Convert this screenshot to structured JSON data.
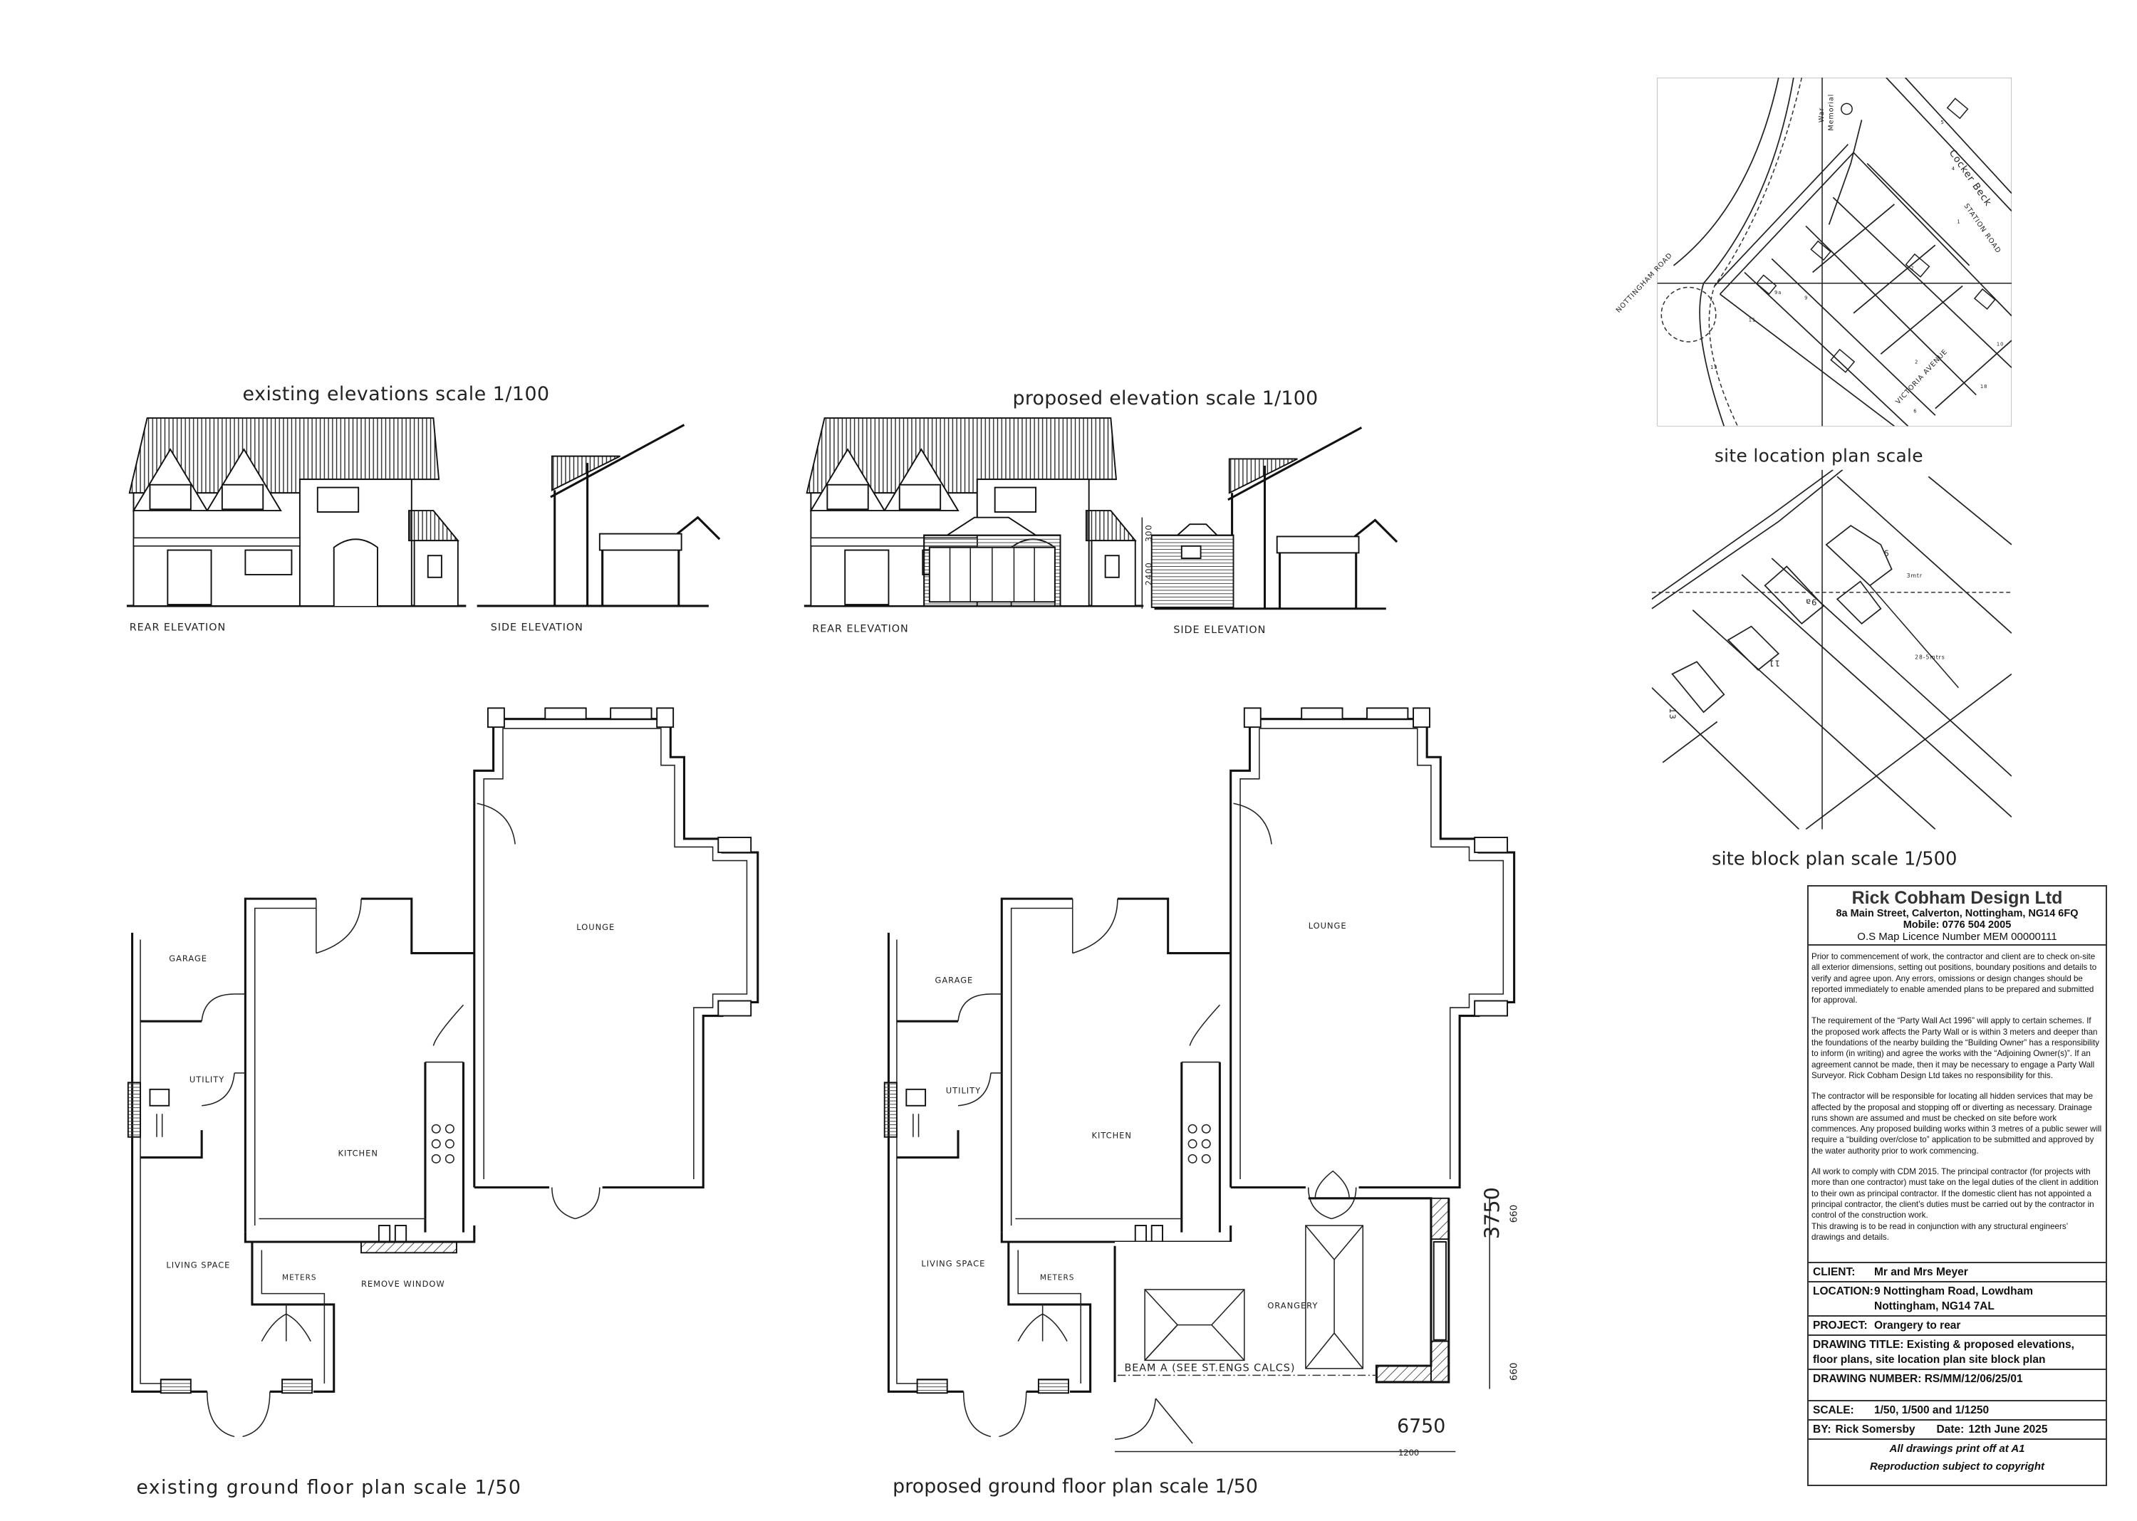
{
  "elevations": {
    "existing_title": "existing elevations scale 1/100",
    "proposed_title": "proposed elevation scale 1/100",
    "rear_label": "REAR ELEVATION",
    "side_label": "SIDE ELEVATION",
    "dim_upper": "300",
    "dim_lower": "2400"
  },
  "existing_plan": {
    "title": "existing ground floor plan scale 1/50",
    "rooms": {
      "garage": "GARAGE",
      "utility": "UTILITY",
      "kitchen": "KITCHEN",
      "lounge": "LOUNGE",
      "living": "LIVING SPACE",
      "meters": "METERS"
    },
    "note_remove_window": "REMOVE WINDOW"
  },
  "proposed_plan": {
    "title": "proposed ground floor plan scale 1/50",
    "rooms": {
      "garage": "GARAGE",
      "utility": "UTILITY",
      "kitchen": "KITCHEN",
      "lounge": "LOUNGE",
      "living": "LIVING SPACE",
      "meters": "METERS",
      "orangery": "ORANGERY"
    },
    "beam_note": "BEAM A (SEE ST.ENGS CALCS)",
    "dimensions": {
      "width": "6750",
      "depth": "3750",
      "pier_top": "660",
      "pier_bottom": "660",
      "return": "1200"
    }
  },
  "site_location": {
    "title": "site location plan scale",
    "labels": {
      "war_memorial_1": "War",
      "war_memorial_2": "Memorial",
      "nottingham_road": "NOTTINGHAM ROAD",
      "station_road": "STATION ROAD",
      "cocker_beck": "Cocker Beck",
      "victoria_avenue": "VICTORIA AVENUE"
    },
    "house_numbers": [
      "5",
      "4",
      "1",
      "2",
      "9",
      "9a",
      "11",
      "13",
      "10",
      "2",
      "6",
      "18"
    ]
  },
  "site_block": {
    "title": "site block plan scale 1/500",
    "house_numbers": {
      "main": "9",
      "adjacent": "9a",
      "n11": "11",
      "n13": "13"
    },
    "dim_short": "3mtr",
    "dim_long": "28-5mtrs"
  },
  "title_block": {
    "company": "Rick Cobham Design Ltd",
    "address": "8a Main Street, Calverton, Nottingham, NG14 6FQ",
    "mobile": "Mobile: 0776 504 2005",
    "licence": "O.S Map Licence Number MEM 00000111",
    "notes": [
      "Prior to commencement of work, the contractor and client are to check on-site all exterior dimensions, setting out positions, boundary positions and details to verify and agree upon. Any errors, omissions or design changes should be reported immediately to enable amended plans to be prepared and submitted for approval.",
      "The requirement of the “Party Wall Act 1996” will apply to certain schemes. If the proposed work affects the Party Wall or is within 3 meters and deeper than the foundations of the nearby building the “Building Owner” has a responsibility to inform (in writing) and agree the works with the “Adjoining Owner(s)”. If an agreement cannot be made, then it may be necessary to engage a Party Wall Surveyor. Rick Cobham Design Ltd takes no responsibility for this.",
      "The contractor will be responsible for locating all hidden services that may be affected by the proposal and stopping off or diverting as necessary. Drainage runs shown are assumed and must be checked on site before work commences. Any proposed building works within 3 metres of a public sewer will require a “building over/close to” application to be submitted and approved by the water authority prior to work commencing.",
      "All work to comply with CDM 2015. The principal contractor (for projects with more than one contractor) must take on the legal duties of the client in addition to their own as principal contractor. If the domestic client has not appointed a principal contractor, the client’s duties must be carried out by the contractor in control of the construction work.",
      "This drawing is to be read in conjunction with any structural engineers’ drawings and details."
    ],
    "client_label": "CLIENT:",
    "client": "Mr and Mrs Meyer",
    "location_label": "LOCATION:",
    "location_line1": "9 Nottingham Road, Lowdham",
    "location_line2": "Nottingham, NG14 7AL",
    "project_label": "PROJECT:",
    "project": "Orangery to rear",
    "drawing_title_label": "DRAWING TITLE:",
    "drawing_title": "Existing & proposed elevations, floor plans, site location plan site block plan",
    "drawing_number_label": "DRAWING NUMBER:",
    "drawing_number": "RS/MM/12/06/25/01",
    "scale_label": "SCALE:",
    "scale": "1/50, 1/500 and 1/1250",
    "by_label": "BY:",
    "by": "Rick Somersby",
    "date_label": "Date:",
    "date": "12th June 2025",
    "footer1": "All drawings print off at A1",
    "footer2": "Reproduction subject to copyright"
  }
}
